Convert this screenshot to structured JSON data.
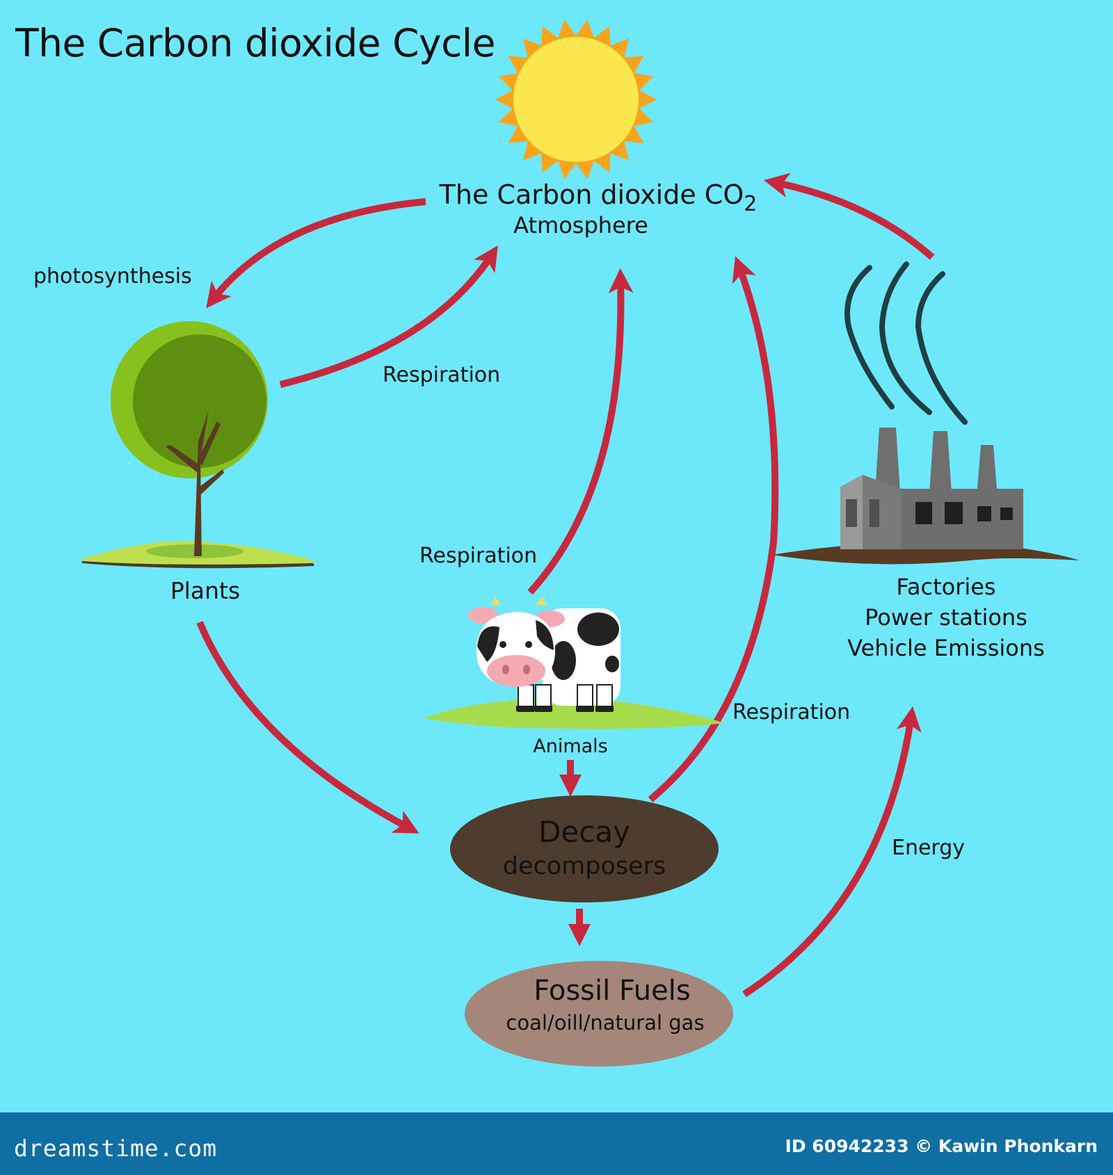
{
  "title": "The Carbon dioxide Cycle",
  "atmosphere": {
    "title": "The Carbon dioxide CO",
    "subscript": "2",
    "subtitle": "Atmosphere"
  },
  "labels": {
    "photosynthesis": "photosynthesis",
    "respiration_plants": "Respiration",
    "respiration_animals": "Respiration",
    "respiration_decay": "Respiration",
    "energy": "Energy"
  },
  "nodes": {
    "plants": "Plants",
    "animals": "Animals",
    "factories": [
      "Factories",
      "Power stations",
      "Vehicle Emissions"
    ],
    "decay": {
      "title": "Decay",
      "subtitle": "decomposers"
    },
    "fossil": {
      "title": "Fossil Fuels",
      "subtitle": "coal/oill/natural gas"
    }
  },
  "colors": {
    "background": "#6de8fb",
    "arrow": "#c8283e",
    "decay": "#4e3c2e",
    "fossil": "#a4877a",
    "footer": "#0f6ea3"
  },
  "footer": {
    "brand": "dreamstime.com",
    "credit": "ID 60942233 © Kawin Phonkarn"
  }
}
